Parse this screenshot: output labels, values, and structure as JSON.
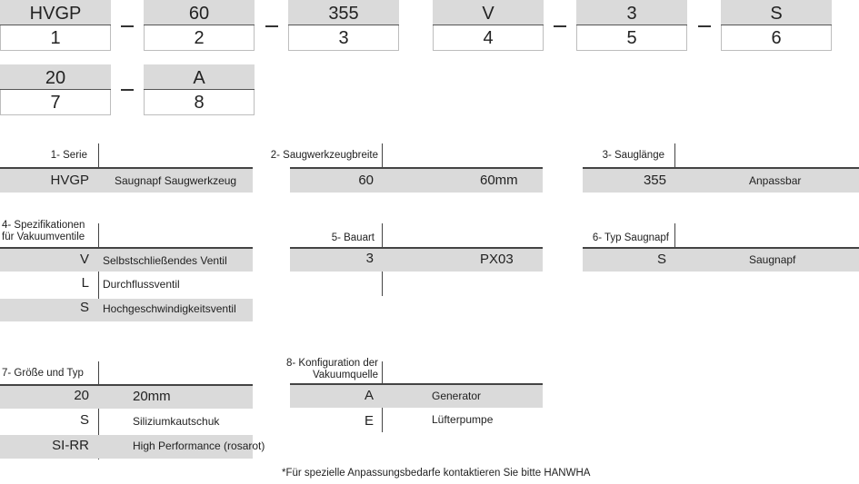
{
  "code_boxes": [
    {
      "value": "HVGP",
      "index": "1"
    },
    {
      "value": "60",
      "index": "2"
    },
    {
      "value": "355",
      "index": "3"
    },
    {
      "value": "V",
      "index": "4"
    },
    {
      "value": "3",
      "index": "5"
    },
    {
      "value": "S",
      "index": "6"
    },
    {
      "value": "20",
      "index": "7"
    },
    {
      "value": "A",
      "index": "8"
    }
  ],
  "sections": {
    "serie": {
      "title": "1- Serie",
      "rows": [
        {
          "code": "HVGP",
          "desc": "Saugnapf Saugwerkzeug"
        }
      ]
    },
    "breite": {
      "title": "2- Saugwerkzeugbreite",
      "rows": [
        {
          "code": "60",
          "desc": "60mm"
        }
      ]
    },
    "laenge": {
      "title": "3- Sauglänge",
      "rows": [
        {
          "code": "355",
          "desc": "Anpassbar"
        }
      ]
    },
    "spezifikationen": {
      "title_line1": "4- Spezifikationen",
      "title_line2": "für Vakuumventile",
      "rows": [
        {
          "code": "V",
          "desc": "Selbstschließendes Ventil"
        },
        {
          "code": "L",
          "desc": "Durchflussventil"
        },
        {
          "code": "S",
          "desc": "Hochgeschwindigkeitsventil"
        }
      ]
    },
    "bauart": {
      "title": "5- Bauart",
      "rows": [
        {
          "code": "3",
          "desc": "PX03"
        }
      ]
    },
    "typ": {
      "title": "6- Typ Saugnapf",
      "rows": [
        {
          "code": "S",
          "desc": "Saugnapf"
        }
      ]
    },
    "groesse": {
      "title": "7- Größe und Typ",
      "rows": [
        {
          "code": "20",
          "desc": "20mm"
        },
        {
          "code": "S",
          "desc": "Siliziumkautschuk"
        },
        {
          "code": "SI-RR",
          "desc": "High Performance (rosarot)"
        }
      ]
    },
    "konfiguration": {
      "title_line1": "8- Konfiguration der",
      "title_line2": "Vakuumquelle",
      "rows": [
        {
          "code": "A",
          "desc": "Generator"
        },
        {
          "code": "E",
          "desc": "Lüfterpumpe"
        }
      ]
    }
  },
  "footnote": "*Für spezielle Anpassungsbedarfe kontaktieren Sie bitte HANWHA",
  "colors": {
    "shade": "#dadada",
    "line": "#444444",
    "text": "#222222"
  }
}
